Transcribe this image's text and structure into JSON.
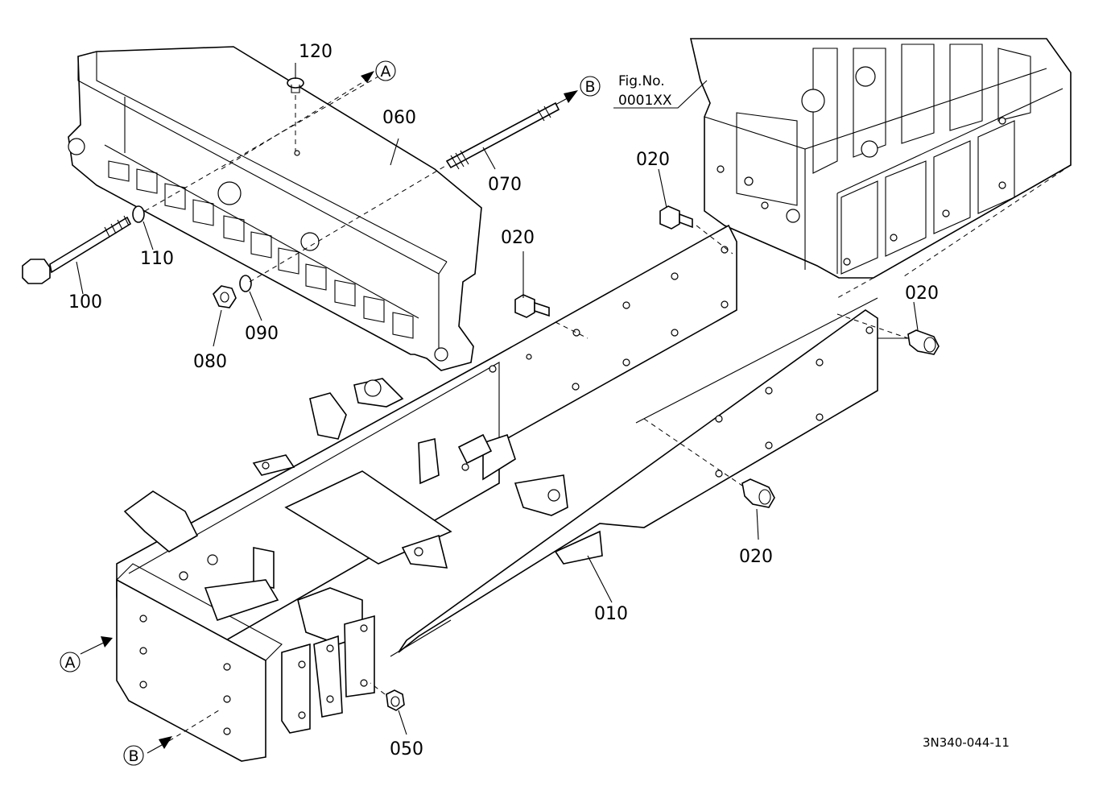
{
  "part_labels": {
    "p010": "010",
    "p020_a": "020",
    "p020_b": "020",
    "p020_c": "020",
    "p020_d": "020",
    "p050": "050",
    "p060": "060",
    "p070": "070",
    "p080": "080",
    "p090": "090",
    "p100": "100",
    "p110": "110",
    "p120": "120"
  },
  "reference_markers": {
    "a_top": "A",
    "b_top": "B",
    "a_bottom": "A",
    "b_bottom": "B"
  },
  "figure_reference": {
    "line1": "Fig.No.",
    "line2": "0001XX"
  },
  "drawing_code": "3N340-044-11"
}
